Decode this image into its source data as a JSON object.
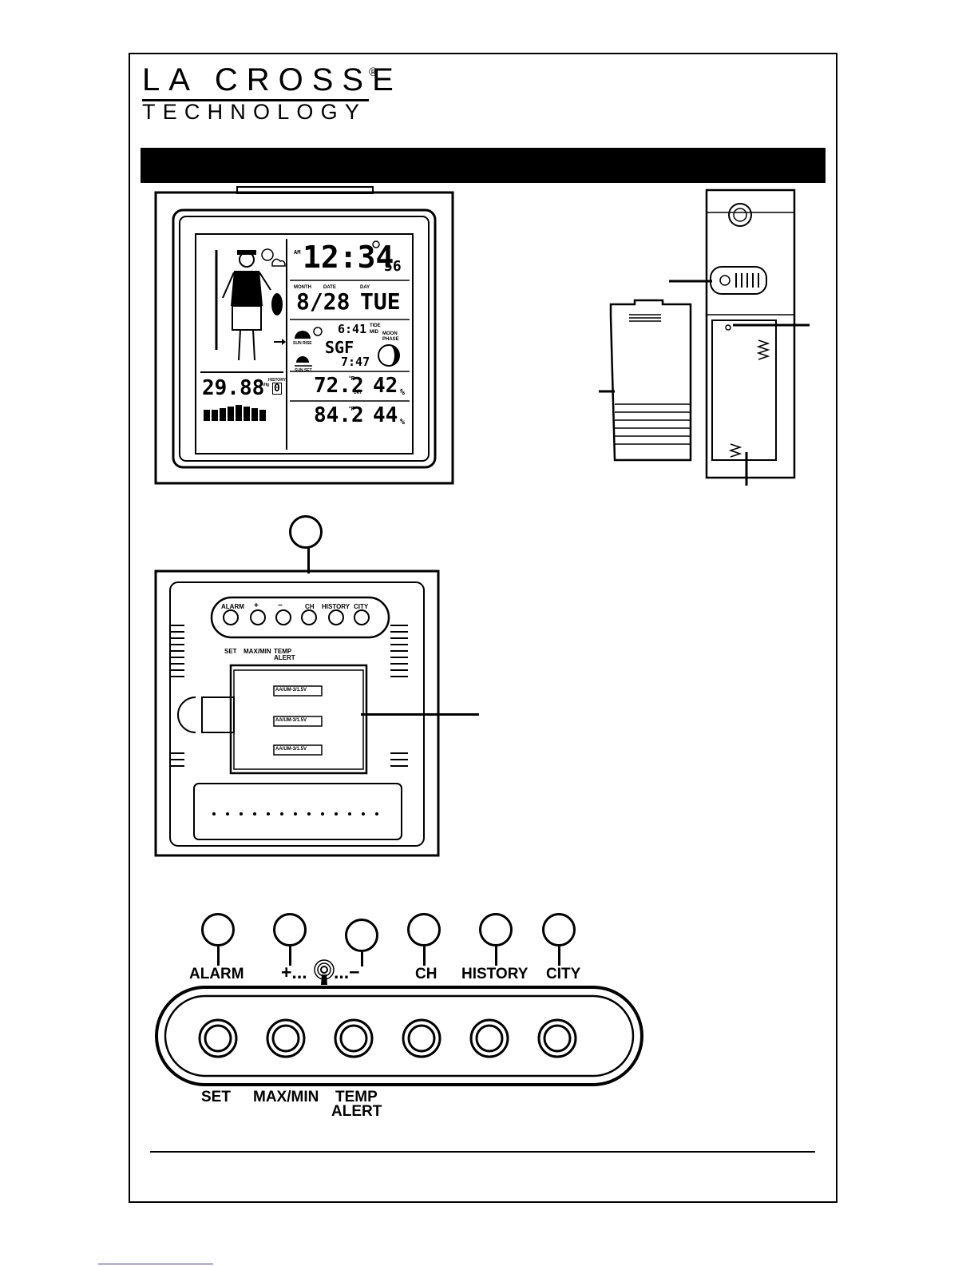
{
  "logo": {
    "line1": "LA CROSSE",
    "reg": "®",
    "line2": "TECHNOLOGY"
  },
  "display": {
    "clock": {
      "ampm": "AM",
      "hm": "12:34",
      "sec": "56"
    },
    "date_headers": {
      "month": "MONTH",
      "date": "DATE",
      "day": "DAY"
    },
    "date": {
      "md": "8/28",
      "day": "TUE"
    },
    "sun": {
      "rise_label": "SUN RISE",
      "set_label": "SUN SET",
      "rise_time": "6:41",
      "set_time": "7:47",
      "city": "SGF"
    },
    "tide": {
      "label": "TIDE",
      "level": "MID"
    },
    "moon": {
      "label1": "MOON",
      "label2": "PHASE"
    },
    "pressure": {
      "value": "29.88",
      "unit": "inHg",
      "history_label": "HISTORY",
      "history_value": "0"
    },
    "indoor": {
      "temp": "72.2",
      "unit": "°F",
      "comfort": "DRY",
      "humidity": "42"
    },
    "outdoor": {
      "temp": "84.2",
      "unit": "°F",
      "humidity": "44"
    },
    "pct": "%"
  },
  "back_panel": {
    "top": [
      "ALARM",
      "+",
      "−",
      "CH",
      "HISTORY",
      "CITY"
    ],
    "bottom": [
      "SET",
      "MAX/MIN",
      "TEMP",
      "ALERT"
    ],
    "battery": "AA/UM-3/1.5V"
  },
  "button_panel": {
    "top": [
      "ALARM",
      "+...",
      "...−",
      "CH",
      "HISTORY",
      "CITY"
    ],
    "bottom": [
      "SET",
      "MAX/MIN",
      "TEMP",
      "ALERT"
    ]
  }
}
